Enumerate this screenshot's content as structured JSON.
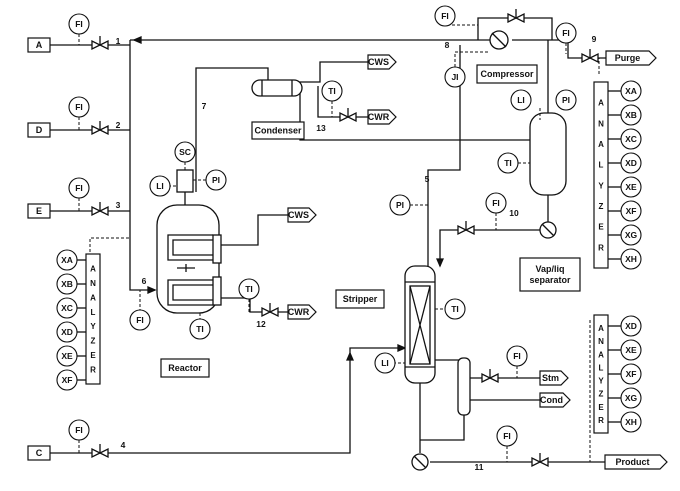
{
  "streams": {
    "feed_a": "A",
    "feed_d": "D",
    "feed_e": "E",
    "feed_c": "C",
    "purge": "Purge",
    "product": "Product"
  },
  "equipment": {
    "reactor": "Reactor",
    "condenser": "Condenser",
    "compressor": "Compressor",
    "separator_line1": "Vap/liq",
    "separator_line2": "separator",
    "stripper": "Stripper"
  },
  "utilities": {
    "cws": "CWS",
    "cwr": "CWR",
    "stm": "Stm",
    "cond": "Cond"
  },
  "instruments": {
    "fi": "FI",
    "ti": "TI",
    "li": "LI",
    "pi": "PI",
    "sc": "SC",
    "ji": "JI"
  },
  "stream_numbers": [
    "1",
    "2",
    "3",
    "4",
    "5",
    "6",
    "7",
    "8",
    "9",
    "10",
    "11",
    "12",
    "13"
  ],
  "analyzers": {
    "title_letters": [
      "A",
      "N",
      "A",
      "L",
      "Y",
      "Z",
      "E",
      "R"
    ],
    "left": [
      "XA",
      "XB",
      "XC",
      "XD",
      "XE",
      "XF"
    ],
    "right_top": [
      "XA",
      "XB",
      "XC",
      "XD",
      "XE",
      "XF",
      "XG",
      "XH"
    ],
    "right_bottom": [
      "XD",
      "XE",
      "XF",
      "XG",
      "XH"
    ]
  }
}
